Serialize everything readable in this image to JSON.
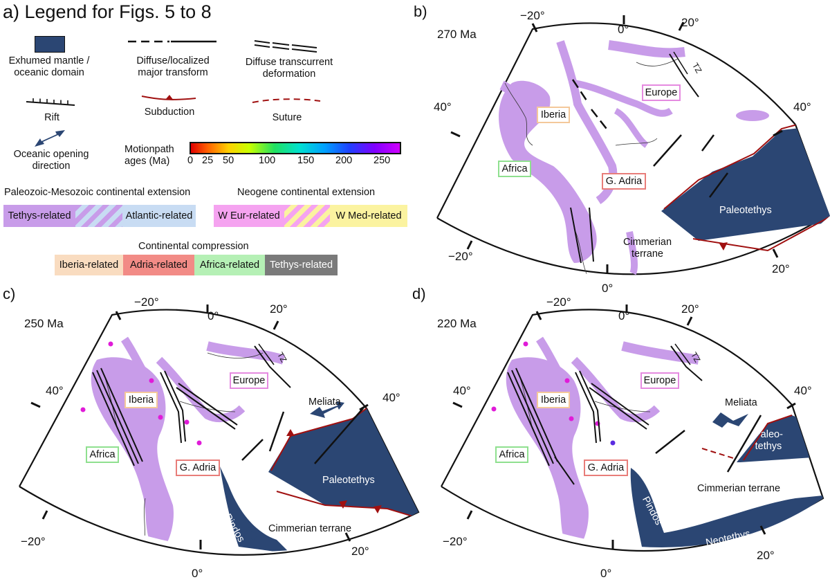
{
  "legend": {
    "title": "a) Legend for Figs. 5 to 8",
    "symbols": {
      "mantle": "Exhumed mantle /\noceanic domain",
      "transform": "Diffuse/localized\nmajor transform",
      "transcurrent": "Diffuse transcurrent\ndeformation",
      "rift": "Rift",
      "subduction": "Subduction",
      "suture": "Suture",
      "opening": "Oceanic opening\ndirection",
      "motionpath": "Motionpath\nages (Ma)"
    },
    "motionpath_ticks": [
      "0",
      "25",
      "50",
      "100",
      "150",
      "200",
      "250"
    ],
    "paleo_heading": "Paleozoic-Mesozoic continental extension",
    "paleo_boxes": [
      "Tethys-related",
      "Atlantic-related"
    ],
    "neogene_heading": "Neogene continental extension",
    "neogene_boxes": [
      "W Eur-related",
      "W Med-related"
    ],
    "compression_heading": "Continental compression",
    "compression_boxes": [
      "Iberia-related",
      "Adria-related",
      "Africa-related",
      "Tethys-related"
    ],
    "colors": {
      "mantle": "#2b4673",
      "tethys_ext": "#c89ce9",
      "atlantic_ext": "#c8dcf3",
      "weur_ext": "#f5a3f0",
      "wmed_ext": "#fbf3a0",
      "iberia_comp": "#f9dcc0",
      "adria_comp": "#f28b86",
      "africa_comp": "#b5f0b5",
      "tethys_comp": "#7a7a7a",
      "subduction": "#a01010"
    }
  },
  "panels": {
    "b": {
      "label": "b)",
      "age": "270 Ma",
      "lon_labels": [
        "−20°",
        "0°",
        "20°"
      ],
      "lat_labels": [
        "40°",
        "40°"
      ],
      "bottom_labels": [
        "−20°",
        "0°",
        "20°"
      ],
      "regions": [
        "Iberia",
        "Europe",
        "Africa",
        "G. Adria"
      ],
      "ocean": "Paleotethys",
      "terrane": "Cimmerian\nterrane",
      "tz": "TZ"
    },
    "c": {
      "label": "c)",
      "age": "250 Ma",
      "lon_labels": [
        "−20°",
        "0°",
        "20°"
      ],
      "lat_labels": [
        "40°",
        "40°"
      ],
      "bottom_labels": [
        "−20°",
        "0°",
        "20°"
      ],
      "regions": [
        "Iberia",
        "Europe",
        "Africa",
        "G. Adria"
      ],
      "ocean": "Paleotethys",
      "terrane": "Cimmerian terrane",
      "meliata": "Meliata",
      "pindos": "Pindos",
      "tz": "TZ"
    },
    "d": {
      "label": "d)",
      "age": "220 Ma",
      "lon_labels": [
        "−20°",
        "0°",
        "20°"
      ],
      "lat_labels": [
        "40°",
        "40°"
      ],
      "bottom_labels": [
        "−20°",
        "0°",
        "20°"
      ],
      "regions": [
        "Iberia",
        "Europe",
        "Africa",
        "G. Adria"
      ],
      "ocean": "Paleo-\ntethys",
      "terrane": "Cimmerian terrane",
      "meliata": "Meliata",
      "pindos": "Pindos",
      "neotethys": "Neotethys",
      "tz": "TZ"
    }
  }
}
